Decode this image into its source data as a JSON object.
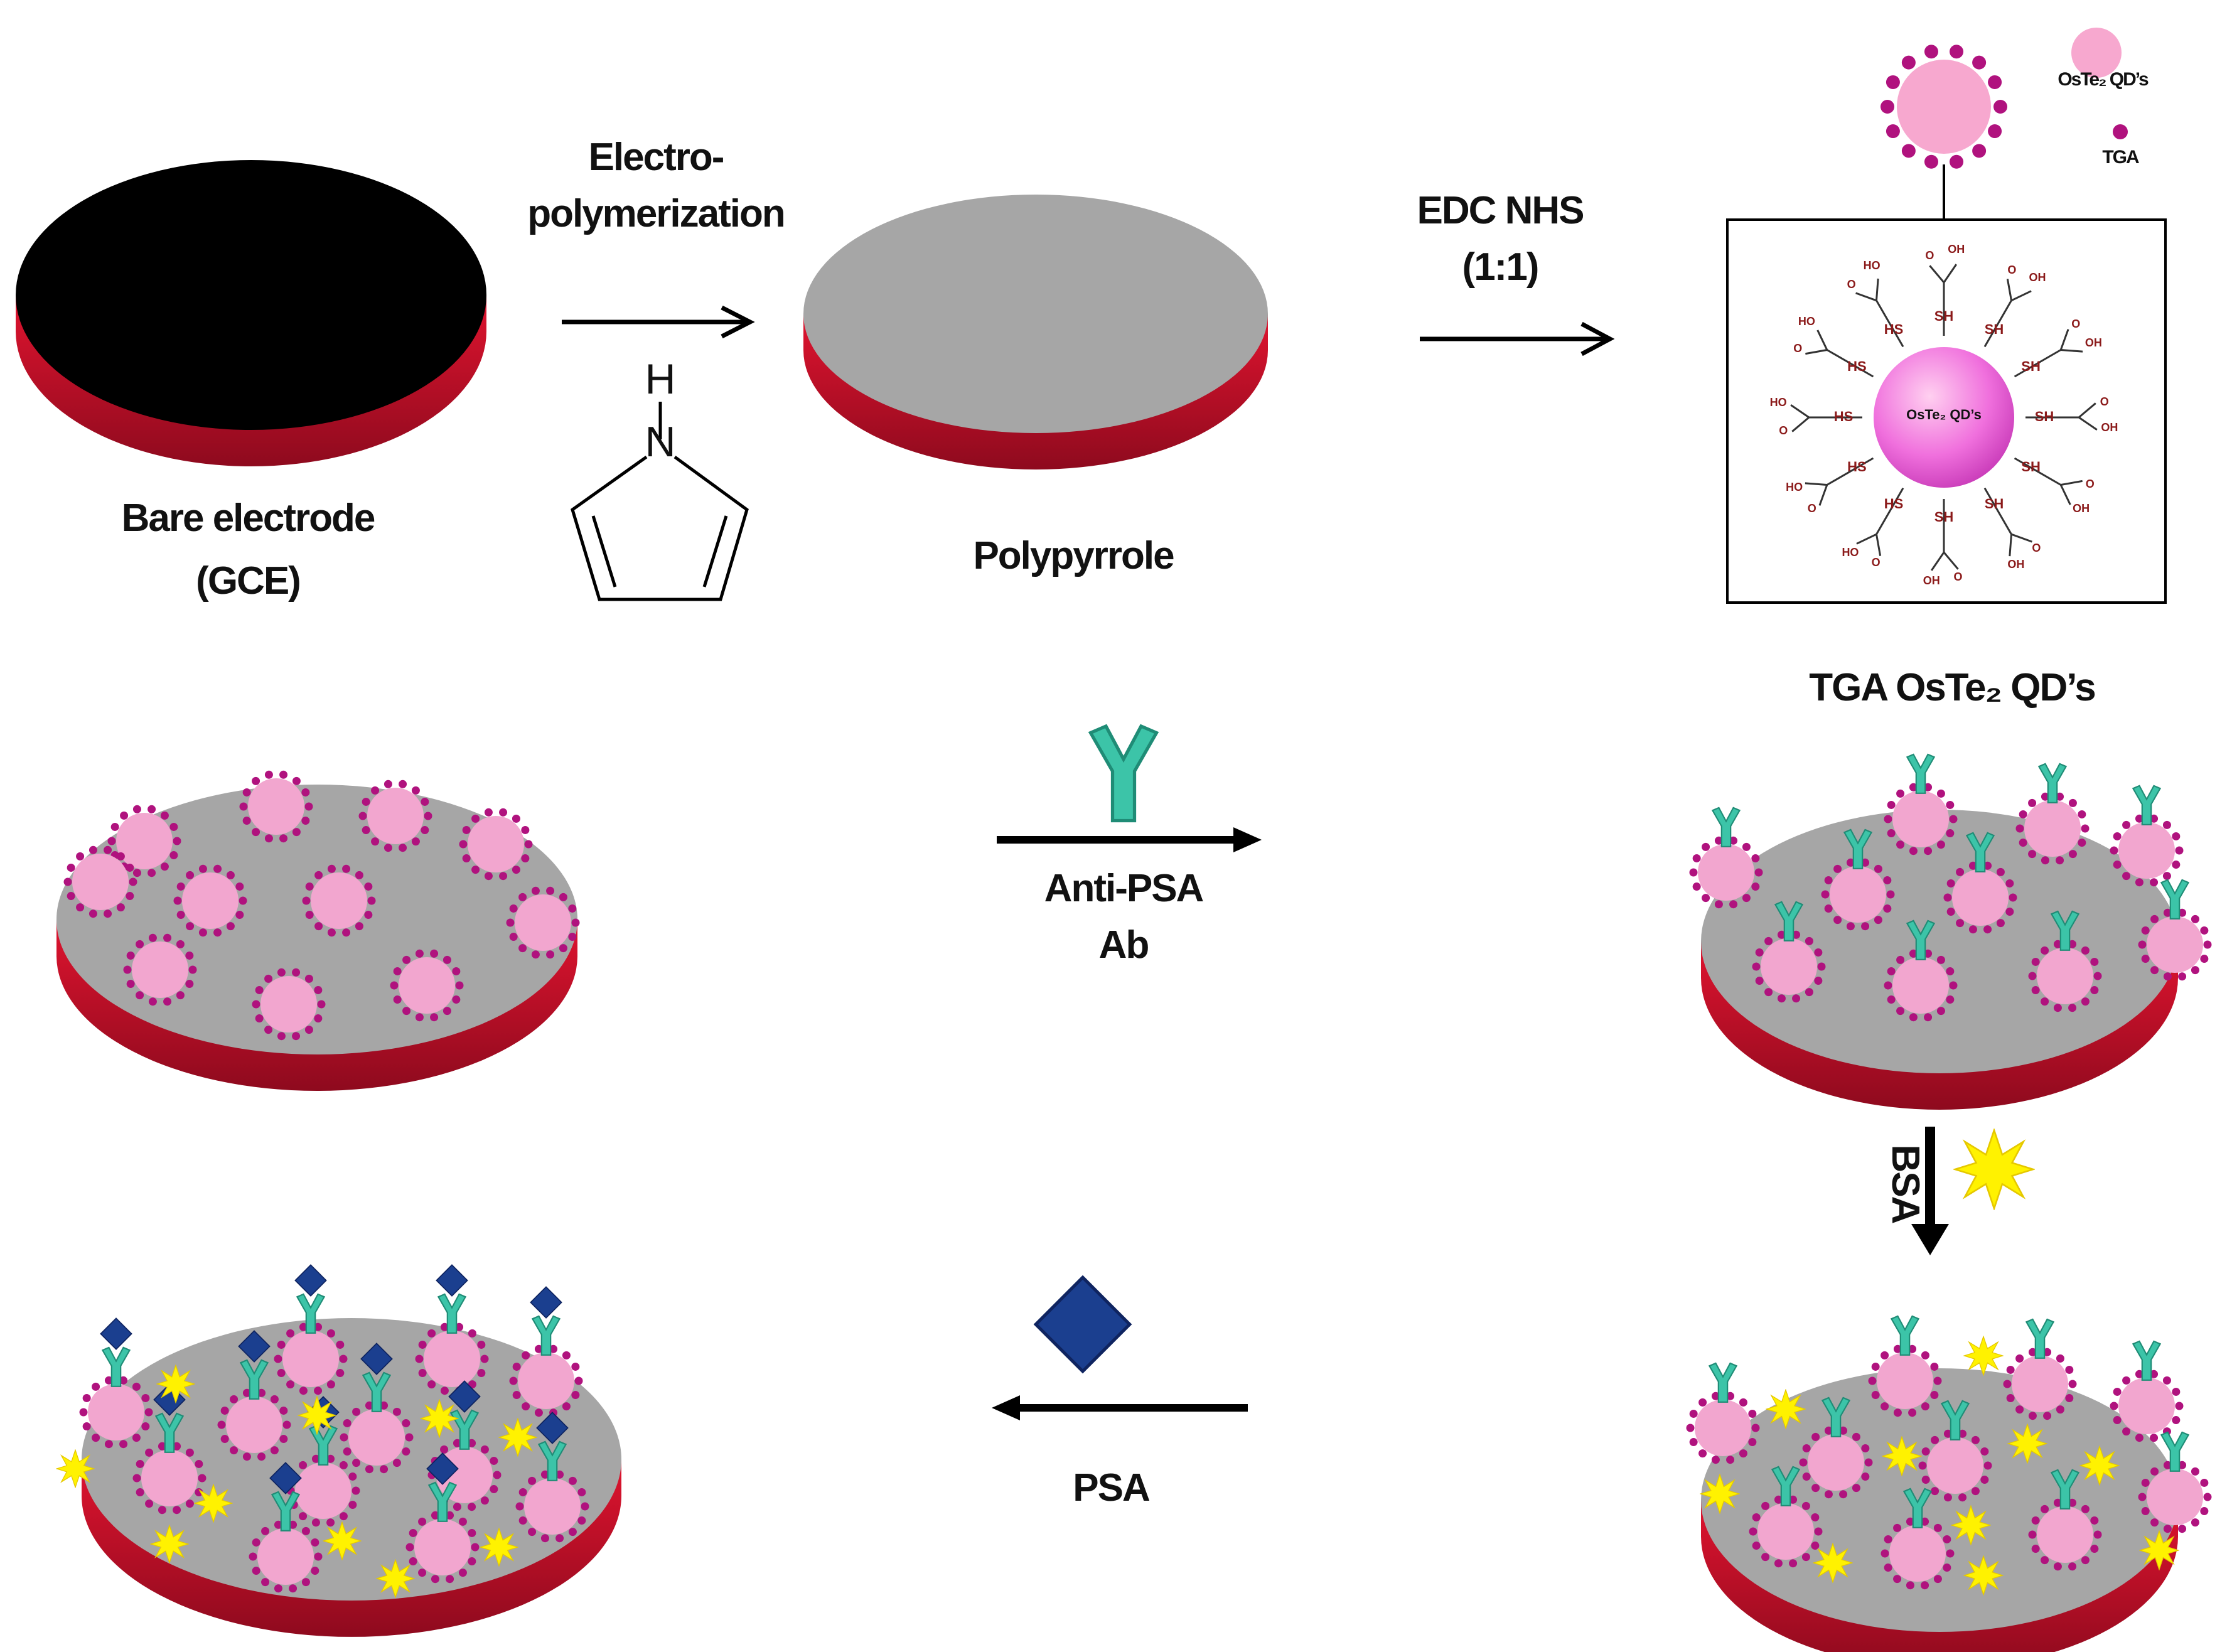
{
  "labels": {
    "electro_1": "Electro-",
    "electro_2": "polymerization",
    "pyrrole_h": "H",
    "pyrrole_n": "N",
    "bare_1": "Bare electrode",
    "bare_2": "(GCE)",
    "polypyrrole": "Polypyrrole",
    "edc_1": "EDC NHS",
    "edc_2": "(1:1)",
    "legend_qd": "OsTe₂ QD’s",
    "legend_tga": "TGA",
    "box_core": "OsTe₂ QD’s",
    "tga_caption": "TGA OsTe₂ QD’s",
    "anti_1": "Anti-PSA",
    "anti_2": "Ab",
    "bsa": "BSA",
    "psa": "PSA",
    "sh": "SH",
    "hs": "HS",
    "oh": "OH",
    "ho": "HO",
    "o": "O"
  },
  "colors": {
    "bare_top": "#000000",
    "electrode_side": "#c8102e",
    "electrode_side_dark": "#8e0a1e",
    "poly_top": "#a6a6a6",
    "qd_pink": "#f2a6cf",
    "qd_dots": "#b0127e",
    "antibody": "#3cc4a8",
    "bsa_star": "#fff200",
    "psa_diamond": "#1b3f8f",
    "chem_red": "#8b1a1a"
  }
}
